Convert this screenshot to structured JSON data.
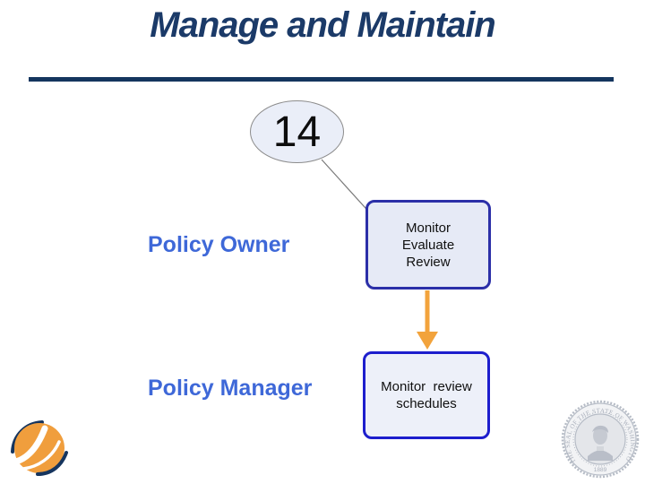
{
  "slide": {
    "title": "Manage and Maintain",
    "step_number": "14",
    "rows": [
      {
        "label": "Policy Owner",
        "box": "Monitor\nEvaluate\nReview"
      },
      {
        "label": "Policy Manager",
        "box": "Monitor  review\nschedules"
      }
    ],
    "seal": {
      "ring_text": "THE SEAL OF THE STATE OF WASHINGTON",
      "year": "1889"
    },
    "colors": {
      "title_navy": "#1b3a68",
      "divider_navy": "#14355e",
      "label_blue": "#3e68d8",
      "box1_border": "#2b2fa8",
      "box2_border": "#1d1ecd",
      "box_fill": "#e6eaf6",
      "ellipse_fill": "#eaeef8",
      "arrow_orange": "#f2a33c",
      "connector_gray": "#7a7a7a",
      "logo_orange": "#f09e3d",
      "seal_gray": "#b6bcc6"
    }
  }
}
